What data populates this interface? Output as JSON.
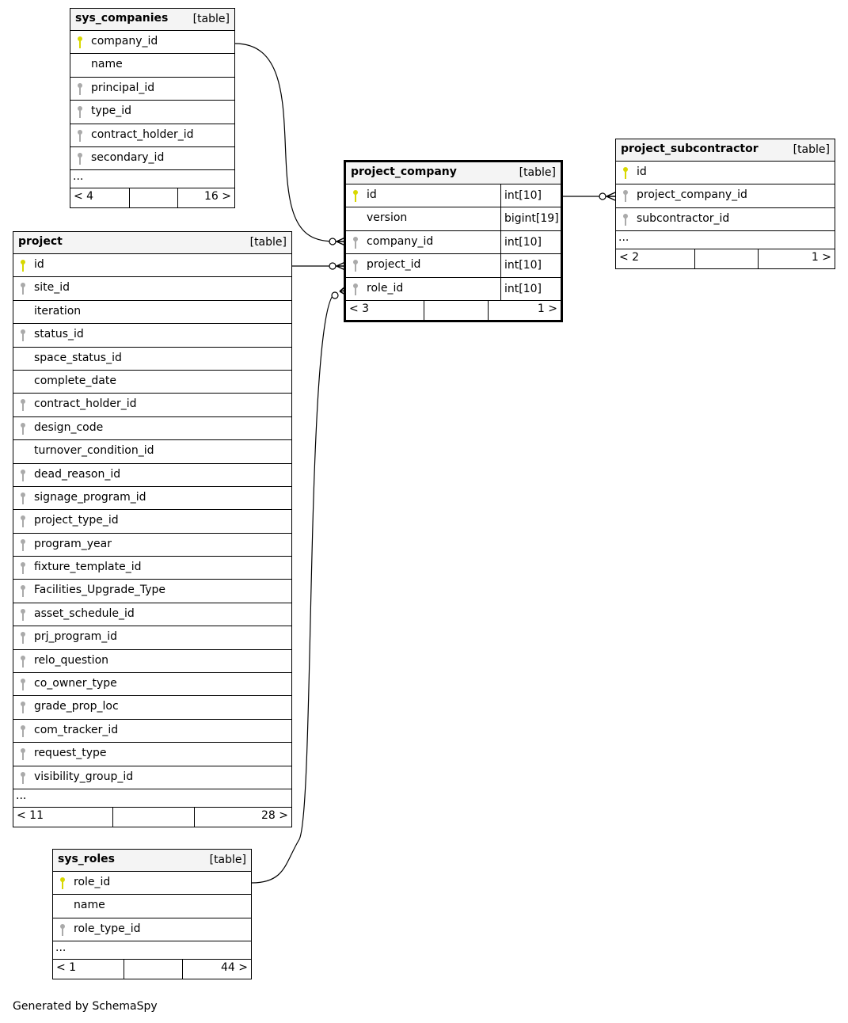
{
  "tables": {
    "sys_companies": {
      "name": "sys_companies",
      "kind": "[table]",
      "columns": [
        {
          "name": "company_id",
          "key": "pk"
        },
        {
          "name": "name",
          "key": ""
        },
        {
          "name": "principal_id",
          "key": "fk"
        },
        {
          "name": "type_id",
          "key": "fk"
        },
        {
          "name": "contract_holder_id",
          "key": "fk"
        },
        {
          "name": "secondary_id",
          "key": "fk"
        }
      ],
      "more": "...",
      "parents": "< 4",
      "children": "16 >"
    },
    "project": {
      "name": "project",
      "kind": "[table]",
      "columns": [
        {
          "name": "id",
          "key": "pk"
        },
        {
          "name": "site_id",
          "key": "fk"
        },
        {
          "name": "iteration",
          "key": ""
        },
        {
          "name": "status_id",
          "key": "fk"
        },
        {
          "name": "space_status_id",
          "key": ""
        },
        {
          "name": "complete_date",
          "key": ""
        },
        {
          "name": "contract_holder_id",
          "key": "fk"
        },
        {
          "name": "design_code",
          "key": "fk"
        },
        {
          "name": "turnover_condition_id",
          "key": ""
        },
        {
          "name": "dead_reason_id",
          "key": "fk"
        },
        {
          "name": "signage_program_id",
          "key": "fk"
        },
        {
          "name": "project_type_id",
          "key": "fk"
        },
        {
          "name": "program_year",
          "key": "fk"
        },
        {
          "name": "fixture_template_id",
          "key": "fk"
        },
        {
          "name": "Facilities_Upgrade_Type",
          "key": "fk"
        },
        {
          "name": "asset_schedule_id",
          "key": "fk"
        },
        {
          "name": "prj_program_id",
          "key": "fk"
        },
        {
          "name": "relo_question",
          "key": "fk"
        },
        {
          "name": "co_owner_type",
          "key": "fk"
        },
        {
          "name": "grade_prop_loc",
          "key": "fk"
        },
        {
          "name": "com_tracker_id",
          "key": "fk"
        },
        {
          "name": "request_type",
          "key": "fk"
        },
        {
          "name": "visibility_group_id",
          "key": "fk"
        }
      ],
      "more": "...",
      "parents": "< 11",
      "children": "28 >"
    },
    "sys_roles": {
      "name": "sys_roles",
      "kind": "[table]",
      "columns": [
        {
          "name": "role_id",
          "key": "pk"
        },
        {
          "name": "name",
          "key": ""
        },
        {
          "name": "role_type_id",
          "key": "fk"
        }
      ],
      "more": "...",
      "parents": "< 1",
      "children": "44 >"
    },
    "project_company": {
      "name": "project_company",
      "kind": "[table]",
      "columns": [
        {
          "name": "id",
          "key": "pk",
          "type": "int[10]"
        },
        {
          "name": "version",
          "key": "",
          "type": "bigint[19]"
        },
        {
          "name": "company_id",
          "key": "fk",
          "type": "int[10]"
        },
        {
          "name": "project_id",
          "key": "fk",
          "type": "int[10]"
        },
        {
          "name": "role_id",
          "key": "fk",
          "type": "int[10]"
        }
      ],
      "parents": "< 3",
      "children": "1 >"
    },
    "project_subcontractor": {
      "name": "project_subcontractor",
      "kind": "[table]",
      "columns": [
        {
          "name": "id",
          "key": "pk"
        },
        {
          "name": "project_company_id",
          "key": "fk"
        },
        {
          "name": "subcontractor_id",
          "key": "fk"
        }
      ],
      "more": "...",
      "parents": "< 2",
      "children": "1 >"
    }
  },
  "footer_text": "Generated by SchemaSpy"
}
